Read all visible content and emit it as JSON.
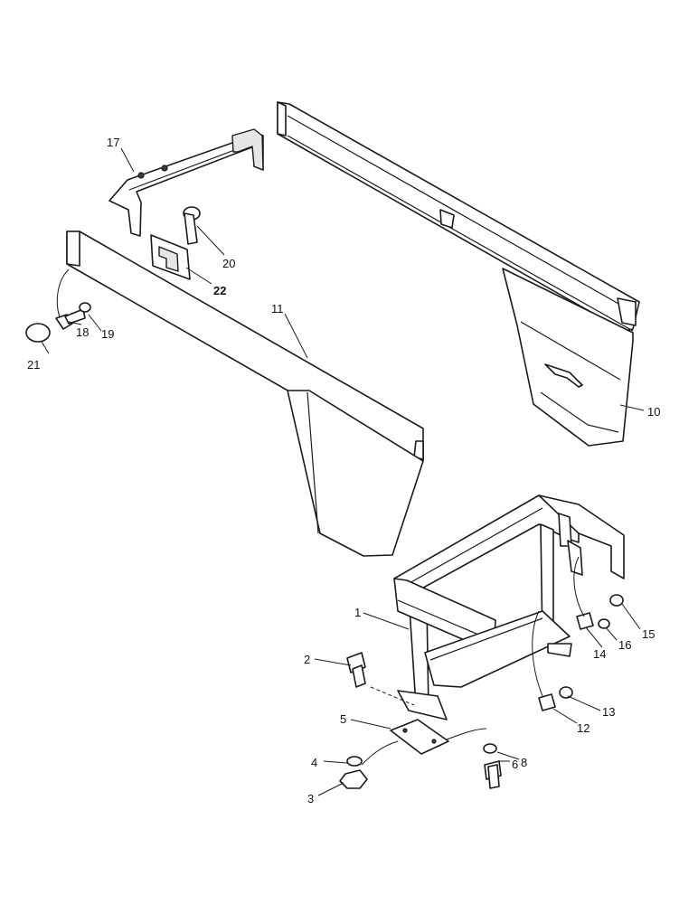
{
  "callouts": {
    "c1": "1",
    "c2": "2",
    "c3": "3",
    "c4": "4",
    "c5": "5",
    "c6": "6",
    "c8": "8",
    "c10": "10",
    "c11": "11",
    "c12": "12",
    "c13": "13",
    "c14": "14",
    "c15": "15",
    "c16": "16",
    "c17": "17",
    "c18": "18",
    "c19": "19",
    "c20": "20",
    "c21": "21",
    "c22": "22"
  }
}
